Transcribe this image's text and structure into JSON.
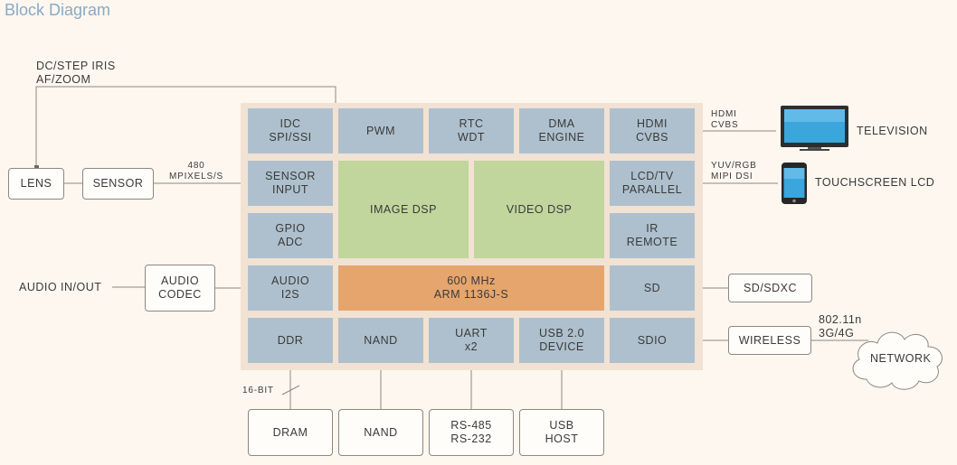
{
  "title": "Block Diagram",
  "chip_blocks": {
    "idc": "IDC\nSPI/SSI",
    "pwm": "PWM",
    "rtc": "RTC\nWDT",
    "dma": "DMA\nENGINE",
    "hdmi": "HDMI\nCVBS",
    "sensor_input": "SENSOR\nINPUT",
    "image_dsp": "IMAGE DSP",
    "video_dsp": "VIDEO DSP",
    "lcd_tv": "LCD/TV\nPARALLEL",
    "gpio": "GPIO\nADC",
    "ir": "IR\nREMOTE",
    "audio_i2s": "AUDIO\nI2S",
    "arm": "600 MHz\nARM 1136J-S",
    "sd": "SD",
    "ddr": "DDR",
    "nand": "NAND",
    "uart": "UART\nx2",
    "usb_device": "USB 2.0\nDEVICE",
    "sdio": "SDIO"
  },
  "external_blocks": {
    "lens": "LENS",
    "sensor": "SENSOR",
    "audio_codec": "AUDIO\nCODEC",
    "sd_sdxc": "SD/SDXC",
    "wireless": "WIRELESS",
    "dram": "DRAM",
    "nand_ext": "NAND",
    "rs": "RS-485\nRS-232",
    "usb_host": "USB\nHOST"
  },
  "labels": {
    "iris": "DC/STEP IRIS\nAF/ZOOM",
    "mpixels": "480\nMPIXELS/S",
    "audio_inout": "AUDIO IN/OUT",
    "hdmi_cvbs": "HDMI\nCVBS",
    "television": "TELEVISION",
    "yuv": "YUV/RGB\nMIPI DSI",
    "touchscreen": "TOUCHSCREEN LCD",
    "wifi": "802.11n\n3G/4G",
    "network": "NETWORK",
    "bit16": "16-BIT"
  },
  "icons": [
    "television-icon",
    "smartphone-icon",
    "cloud-icon"
  ]
}
